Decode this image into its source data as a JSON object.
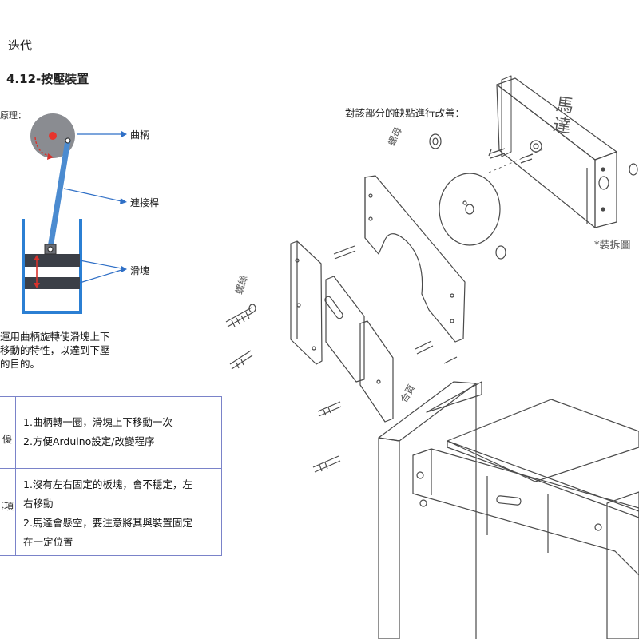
{
  "header": {
    "chapter": "迭代",
    "section": "4.12-按壓裝置",
    "principle_label": "原理："
  },
  "diagram": {
    "labels": {
      "crank": "曲柄",
      "connecting_rod": "連接桿",
      "slider": "滑塊"
    },
    "colors": {
      "crank_disc": "#8a8c91",
      "rod": "#4b8bd0",
      "blocks": "#3b3f47",
      "container": "#2b7fd3",
      "arrow_red": "#d8322c",
      "callout": "#2f6fc6"
    }
  },
  "description": {
    "lines": [
      "運用曲柄旋轉使滑塊上下",
      "移動的特性，以達到下壓",
      "的目的。"
    ]
  },
  "table": {
    "rows": [
      {
        "label": "優",
        "items": [
          "1.曲柄轉一圈，滑塊上下移動一次",
          "2.方便Arduino設定/改變程序"
        ]
      },
      {
        "label": "注意事項",
        "items": [
          "1.沒有左右固定的板塊，會不穩定，左",
          "右移動",
          "2.馬達會懸空，要注意將其與裝置固定",
          "在一定位置"
        ]
      }
    ]
  },
  "sketch": {
    "note": "對該部分的缺點進行改善：",
    "motor_text": "馬達",
    "nut_label": "螺母",
    "screw_label": "螺絲",
    "exploded_label": "*裝拆圖",
    "hinge_label": "合頁"
  }
}
